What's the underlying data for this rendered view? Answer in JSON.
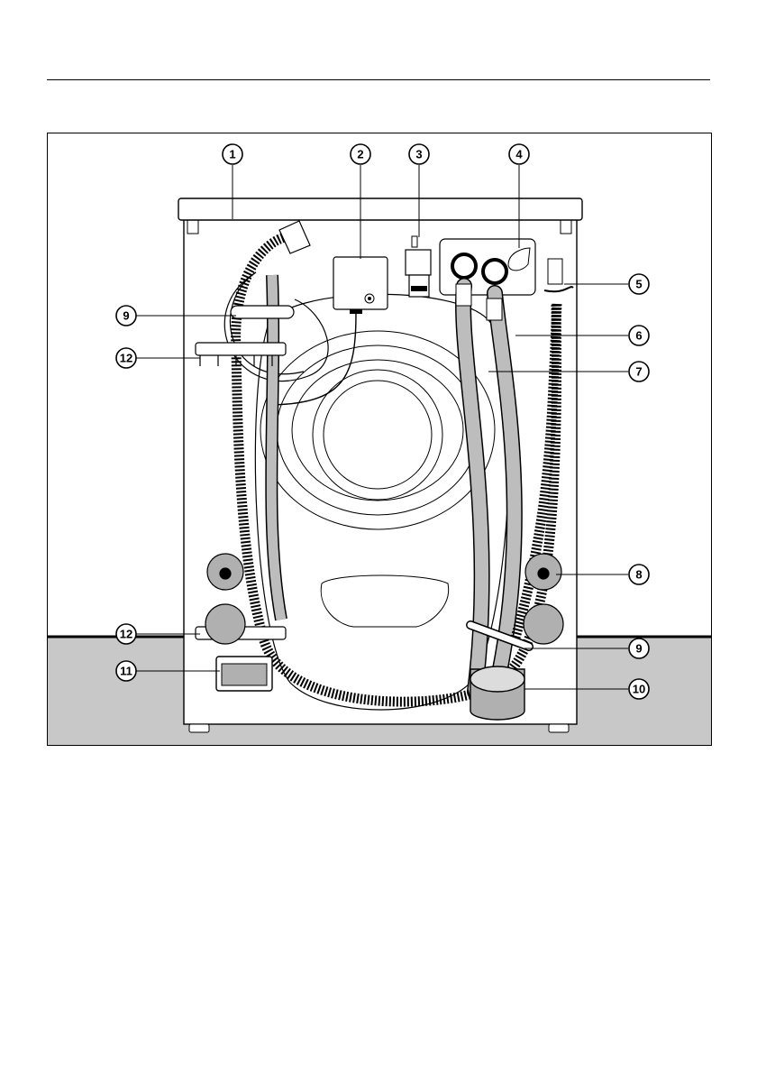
{
  "figure": {
    "title": "",
    "floor_color": "#c8c8c8",
    "hose_color": "#bdbdbd",
    "line_color": "#000000",
    "callouts": [
      {
        "id": "callout-1",
        "label": "1"
      },
      {
        "id": "callout-2",
        "label": "2"
      },
      {
        "id": "callout-3",
        "label": "3"
      },
      {
        "id": "callout-4",
        "label": "4"
      },
      {
        "id": "callout-5",
        "label": "5"
      },
      {
        "id": "callout-6",
        "label": "6"
      },
      {
        "id": "callout-7",
        "label": "7"
      },
      {
        "id": "callout-8",
        "label": "8"
      },
      {
        "id": "callout-9a",
        "label": "9"
      },
      {
        "id": "callout-9b",
        "label": "9"
      },
      {
        "id": "callout-10",
        "label": "10"
      },
      {
        "id": "callout-11",
        "label": "11"
      },
      {
        "id": "callout-12a",
        "label": "12"
      },
      {
        "id": "callout-12b",
        "label": "12"
      }
    ]
  }
}
